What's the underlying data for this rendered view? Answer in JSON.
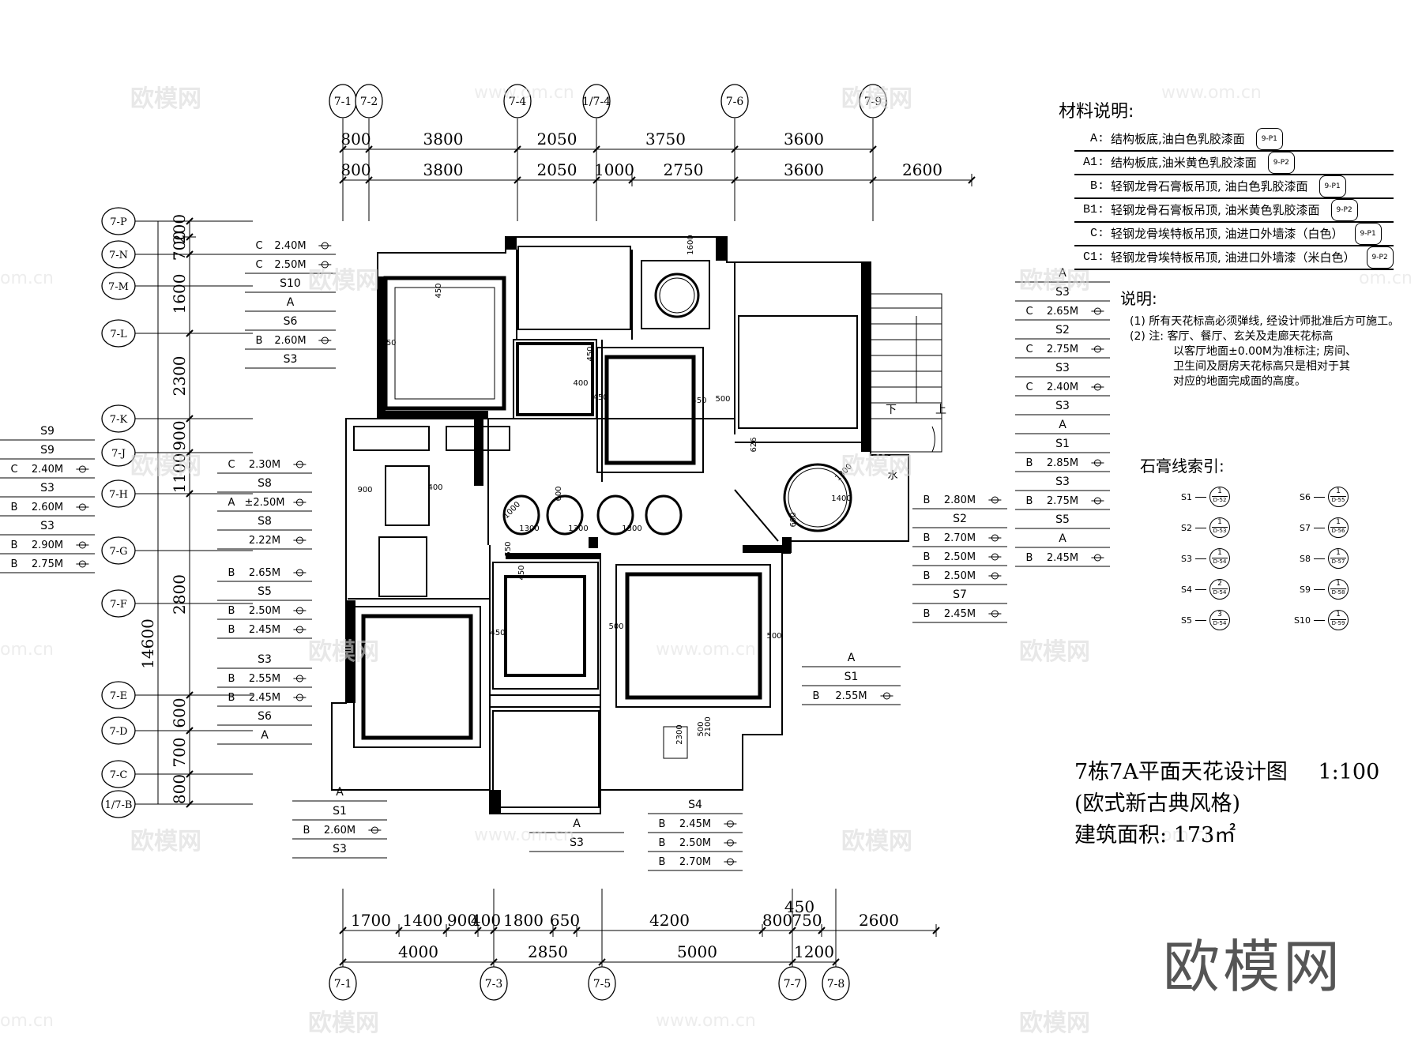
{
  "grid_top": [
    "7-1",
    "7-2",
    "7-4",
    "1/7-4",
    "7-6",
    "7-9"
  ],
  "grid_bottom": [
    "7-1",
    "7-3",
    "7-5",
    "7-7",
    "7-8"
  ],
  "grid_left": [
    "7-P",
    "7-N",
    "7-M",
    "7-L",
    "7-K",
    "7-J",
    "7-H",
    "7-G",
    "7-F",
    "7-E",
    "7-D",
    "7-C",
    "1/7-B"
  ],
  "dims_top_row1": [
    "800",
    "3800",
    "2050",
    "3750",
    "3600"
  ],
  "dims_top_row2": [
    "800",
    "3800",
    "2050",
    "1000",
    "2750",
    "3600",
    "2600"
  ],
  "dims_bottom_row1": [
    "1700",
    "1400",
    "900",
    "400",
    "1800",
    "650",
    "4200",
    "800",
    "750",
    "2600"
  ],
  "dims_bottom_row2": [
    "4000",
    "2850",
    "5000",
    "1200"
  ],
  "dim_bottom_extra": "450",
  "dims_left": [
    "200",
    "700",
    "1600",
    "2300",
    "900",
    "1100",
    "2800",
    "600",
    "700",
    "800"
  ],
  "dim_left_total": "14600",
  "tags_left_outer": [
    [
      "",
      "S9"
    ],
    [
      "",
      "S9"
    ],
    [
      "C",
      "2.40M"
    ],
    [
      "",
      "S3"
    ],
    [
      "B",
      "2.60M"
    ],
    [
      "",
      "S3"
    ],
    [
      "B",
      "2.90M"
    ],
    [
      "B",
      "2.75M"
    ]
  ],
  "tags_left_inner_top": [
    [
      "C",
      "2.40M"
    ],
    [
      "C",
      "2.50M"
    ],
    [
      "",
      "S10"
    ],
    [
      "",
      "A"
    ],
    [
      "",
      "S6"
    ],
    [
      "B",
      "2.60M"
    ],
    [
      "",
      "S3"
    ]
  ],
  "tags_left_inner_mid": [
    [
      "C",
      "2.30M"
    ],
    [
      "",
      "S8"
    ],
    [
      "A",
      "±2.50M"
    ],
    [
      "",
      "S8"
    ],
    [
      "",
      "2.22M"
    ]
  ],
  "tags_left_inner_low": [
    [
      "B",
      "2.65M"
    ],
    [
      "",
      "S5"
    ],
    [
      "B",
      "2.50M"
    ],
    [
      "B",
      "2.45M"
    ]
  ],
  "tags_left_inner_bottom": [
    [
      "",
      "S3"
    ],
    [
      "B",
      "2.55M"
    ],
    [
      "B",
      "2.45M"
    ],
    [
      "",
      "S6"
    ],
    [
      "",
      "A"
    ]
  ],
  "tags_right_top": [
    [
      "",
      "A"
    ],
    [
      "",
      "S3"
    ],
    [
      "C",
      "2.65M"
    ],
    [
      "",
      "S2"
    ],
    [
      "C",
      "2.75M"
    ],
    [
      "",
      "S3"
    ],
    [
      "C",
      "2.40M"
    ],
    [
      "",
      "S3"
    ],
    [
      "",
      "A"
    ],
    [
      "",
      "S1"
    ],
    [
      "B",
      "2.85M"
    ],
    [
      "",
      "S3"
    ],
    [
      "B",
      "2.75M"
    ],
    [
      "",
      "S5"
    ],
    [
      "",
      "A"
    ],
    [
      "B",
      "2.45M"
    ]
  ],
  "tags_right_mid": [
    [
      "B",
      "2.80M"
    ],
    [
      "",
      "S2"
    ],
    [
      "B",
      "2.70M"
    ],
    [
      "B",
      "2.50M"
    ],
    [
      "B",
      "2.50M"
    ],
    [
      "",
      "S7"
    ],
    [
      "B",
      "2.45M"
    ]
  ],
  "tags_right_low": [
    [
      "",
      "A"
    ],
    [
      "",
      "S1"
    ],
    [
      "B",
      "2.55M"
    ]
  ],
  "tags_bottom_left": [
    [
      "",
      "A"
    ],
    [
      "",
      "S1"
    ],
    [
      "B",
      "2.60M"
    ],
    [
      "",
      "S3"
    ]
  ],
  "tags_bottom_mid": [
    [
      "",
      "A"
    ],
    [
      "",
      "S3"
    ]
  ],
  "tags_bottom_right": [
    [
      "",
      "S4"
    ],
    [
      "B",
      "2.45M"
    ],
    [
      "B",
      "2.50M"
    ],
    [
      "B",
      "2.70M"
    ]
  ],
  "room_dims": [
    "450",
    "450",
    "450",
    "400",
    "450",
    "450",
    "500",
    "626",
    "1600",
    "1400",
    "1800",
    "900",
    "400",
    "1000",
    "1300",
    "1300",
    "1300",
    "600",
    "550",
    "450",
    "450",
    "500",
    "500",
    "500",
    "2300",
    "2100",
    "600"
  ],
  "stair": {
    "down": "下",
    "up": "上",
    "water": "水"
  },
  "materials": {
    "title": "材料说明:",
    "items": [
      {
        "code": "A:",
        "text": "结构板底,油白色乳胶漆面",
        "ref": "9-P1"
      },
      {
        "code": "A1:",
        "text": "结构板底,油米黄色乳胶漆面",
        "ref": "9-P2"
      },
      {
        "code": "B:",
        "text": "轻钢龙骨石膏板吊顶, 油白色乳胶漆面",
        "ref": "9-P1"
      },
      {
        "code": "B1:",
        "text": "轻钢龙骨石膏板吊顶, 油米黄色乳胶漆面",
        "ref": "9-P2"
      },
      {
        "code": "C:",
        "text": "轻钢龙骨埃特板吊顶, 油进口外墙漆（白色）",
        "ref": "9-P1"
      },
      {
        "code": "C1:",
        "text": "轻钢龙骨埃特板吊顶, 油进口外墙漆（米白色）",
        "ref": "9-P2"
      }
    ]
  },
  "notes": {
    "title": "说明:",
    "items": [
      "(1) 所有天花标高必须弹线, 经设计师批准后方可施工。",
      "(2) 注: 客厅、餐厅、玄关及走廊天花标高",
      "以客厅地面±0.00M为准标注; 房间、",
      "卫生间及厨房天花标高只是相对于其",
      "对应的地面完成面的高度。"
    ]
  },
  "molding_index": {
    "title": "石膏线索引:",
    "items": [
      {
        "code": "S1",
        "num": "1",
        "sheet": "D-52"
      },
      {
        "code": "S6",
        "num": "1",
        "sheet": "D-55"
      },
      {
        "code": "S2",
        "num": "1",
        "sheet": "D-53"
      },
      {
        "code": "S7",
        "num": "1",
        "sheet": "D-56"
      },
      {
        "code": "S3",
        "num": "1",
        "sheet": "D-54"
      },
      {
        "code": "S8",
        "num": "1",
        "sheet": "D-57"
      },
      {
        "code": "S4",
        "num": "2",
        "sheet": "D-54"
      },
      {
        "code": "S9",
        "num": "1",
        "sheet": "D-58"
      },
      {
        "code": "S5",
        "num": "3",
        "sheet": "D-54"
      },
      {
        "code": "S10",
        "num": "1",
        "sheet": "D-59"
      }
    ]
  },
  "title_block": {
    "line1": "7栋7A平面天花设计图",
    "scale": "1:100",
    "line2": "(欧式新古典风格)",
    "line3": "建筑面积: 173㎡"
  },
  "watermark": {
    "brand": "欧模网",
    "url": "www.om.cn",
    "url_short": "om.cn"
  }
}
